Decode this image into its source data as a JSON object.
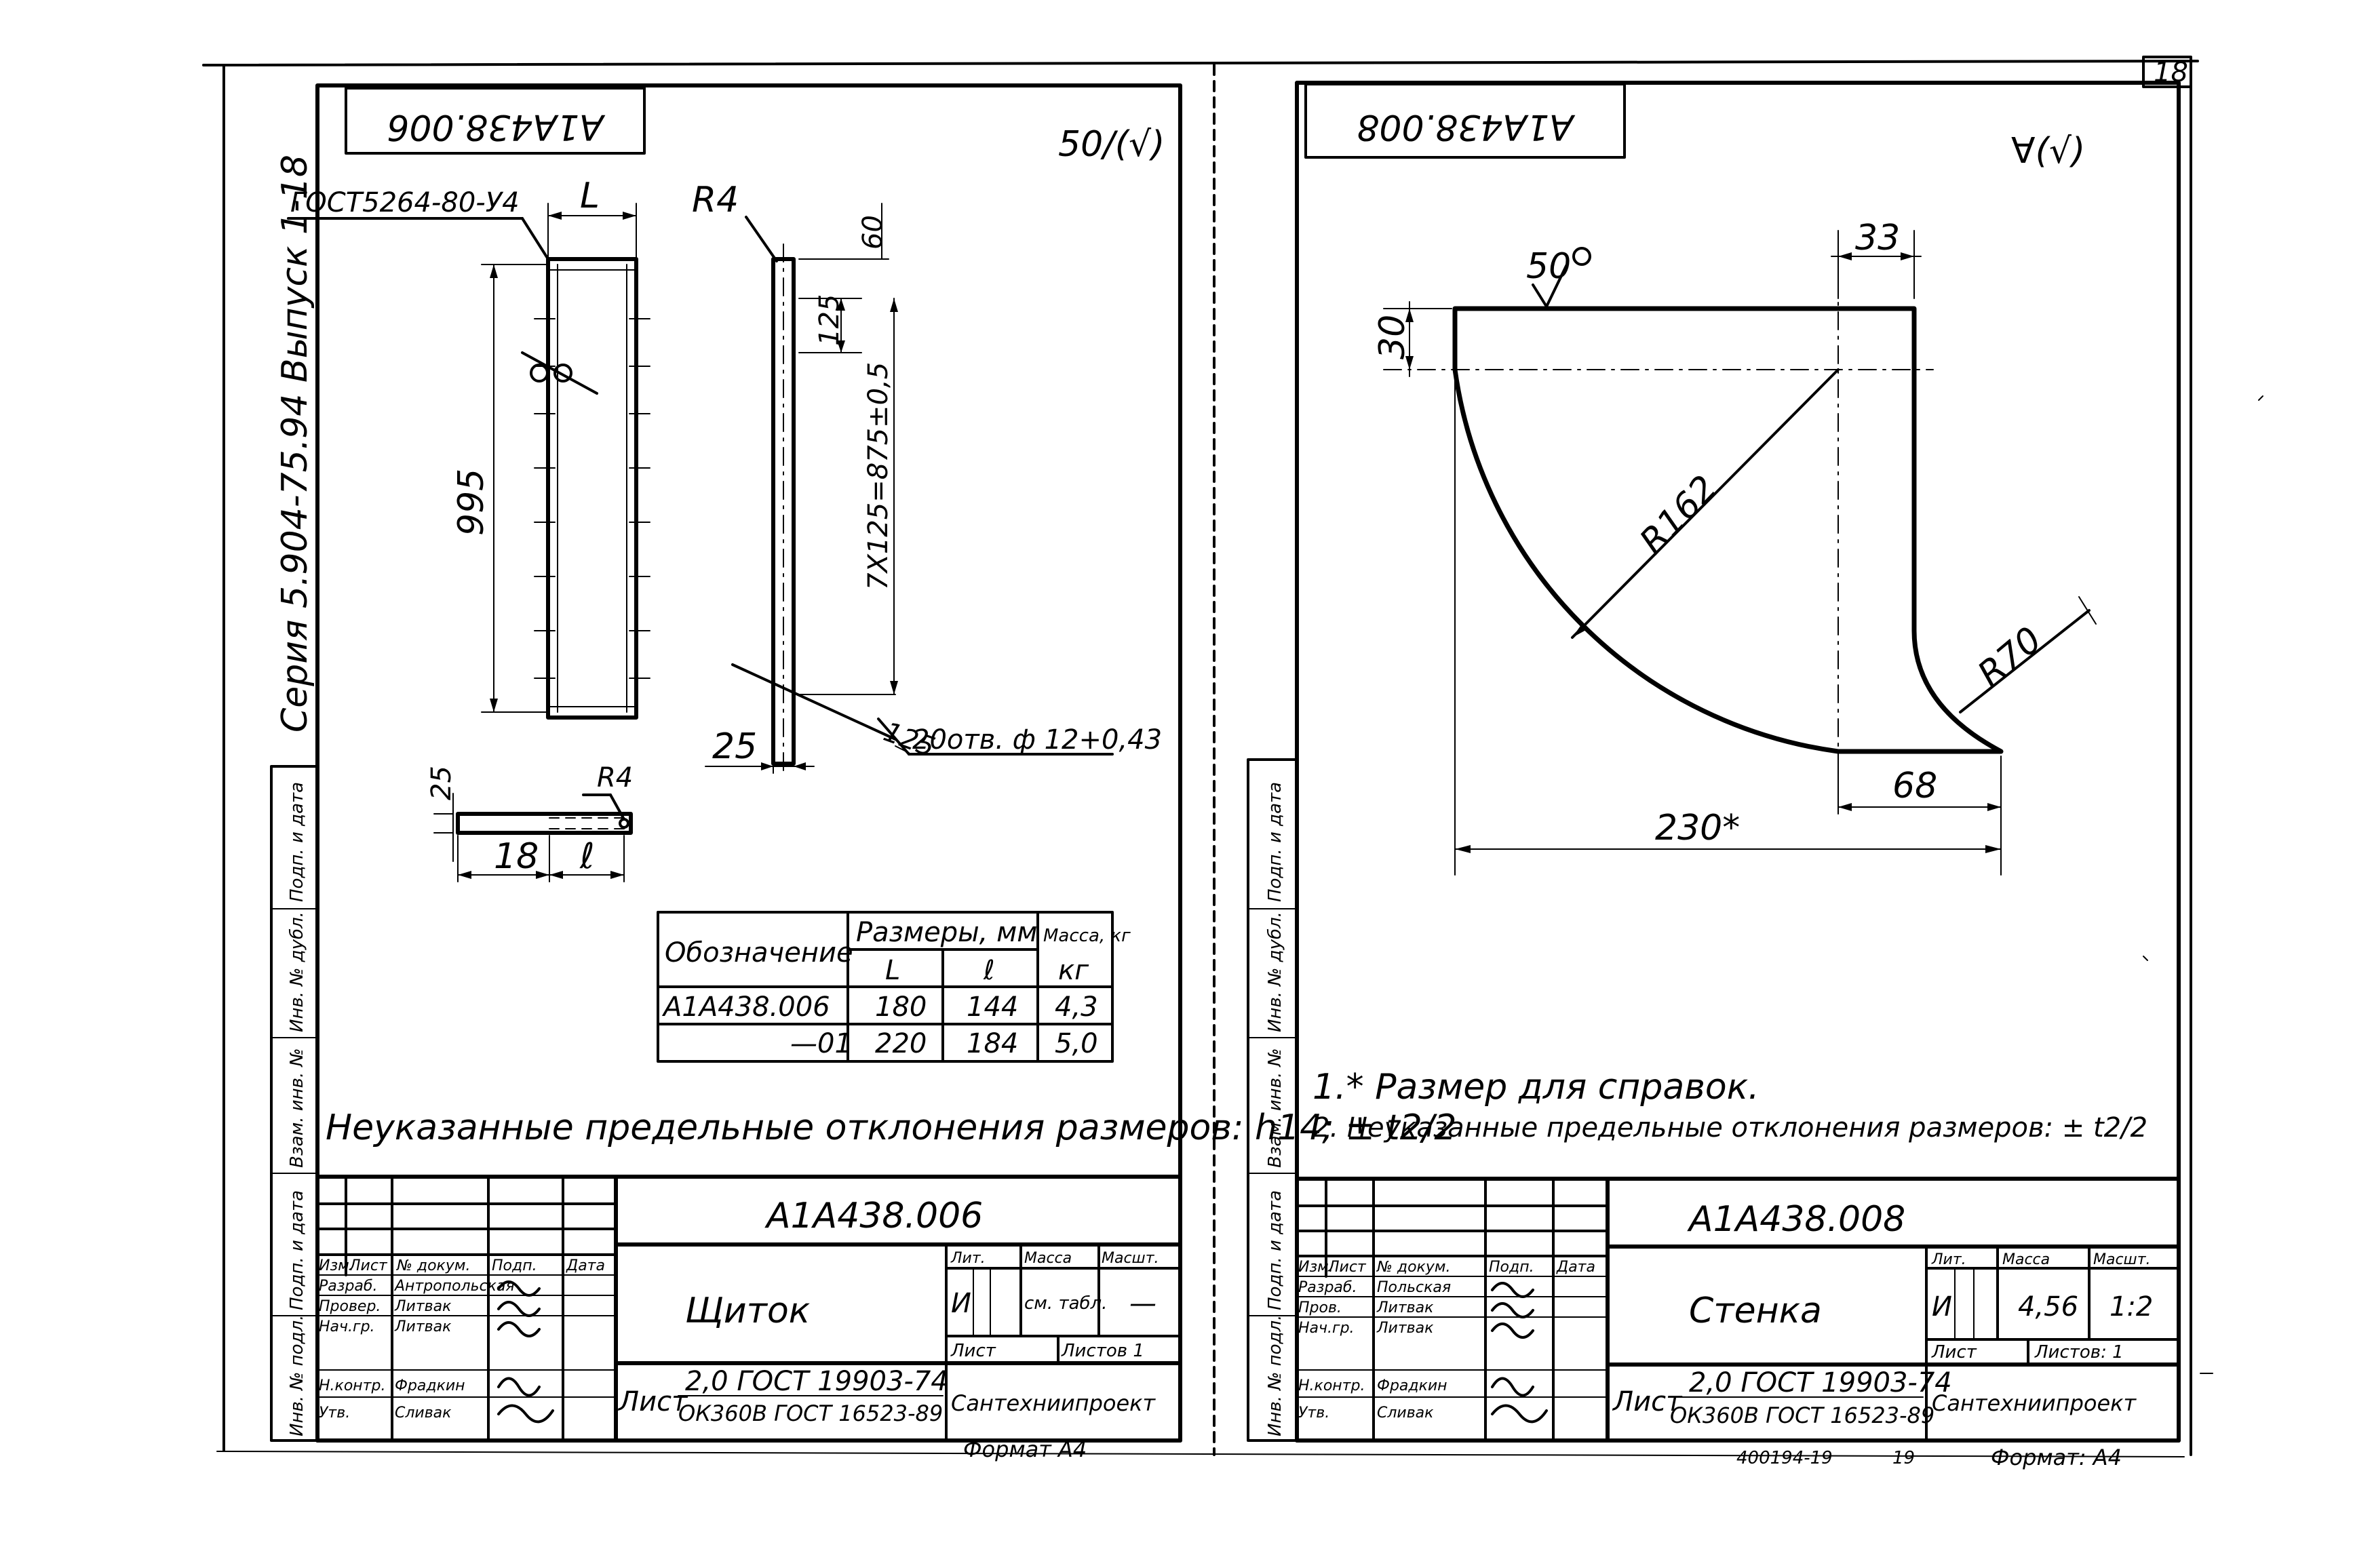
{
  "page_number": "18",
  "left": {
    "code_box": "A1A438.006",
    "roughness": "50/(√)",
    "series_text": "Серия  5.904-75.94  Выпуск  1-18",
    "weld_symbol": "ГОСТ5264-80-У4",
    "dims": {
      "L": "L",
      "R4_top": "R4",
      "d60": "60",
      "d125": "125",
      "d995": "995",
      "d7x125": "7X125=875±0,5",
      "d125_bottom": "125",
      "holes": "20отв. ф 12+0,43",
      "d25": "25",
      "d25_small": "25",
      "R4_small": "R4",
      "d18": "18",
      "l": "ℓ"
    },
    "table": {
      "headers": [
        "Обозначение",
        "Размеры, мм",
        "Масса, кг"
      ],
      "subheaders": [
        "L",
        "ℓ",
        "кг"
      ],
      "rows": [
        [
          "А1А438.006",
          "180",
          "144",
          "4,3"
        ],
        [
          "—01",
          "220",
          "184",
          "5,0"
        ]
      ]
    },
    "note": "Неуказанные предельные отклонения размеров: h14; ± t2/2",
    "side_labels": [
      "Подп. и дата",
      "Инв. № дубл.",
      "Взам. инв. №",
      "Подп. и дата",
      "Инв. № подл."
    ],
    "title_block": {
      "designation": "А1А438.006",
      "name": "Щиток",
      "header_cols": [
        "Изм.",
        "Лист",
        "№ докум.",
        "Подп.",
        "Дата"
      ],
      "roles": [
        [
          "Разраб.",
          "Антропольская"
        ],
        [
          "Провер.",
          "Литвак"
        ],
        [
          "Нач.гр.",
          "Литвак"
        ],
        [
          "Н.контр.",
          "Фрадкин"
        ],
        [
          "Утв.",
          "Сливак"
        ]
      ],
      "lit_label": "Лит.",
      "lit_value": "И",
      "mass_label": "Масса",
      "mass_value": "см. табл.",
      "scale_label": "Масшт.",
      "scale_value": "—",
      "sheet_label": "Лист",
      "sheets_label": "Листов 1",
      "material_prefix": "Лист",
      "material_1": "2,0 ГОСТ 19903-74",
      "material_2": "ОК360В ГОСТ 16523-89",
      "org": "Сантехниипроект",
      "format": "Формат А4"
    }
  },
  "right": {
    "code_box": "A1A438.008",
    "roughness": "∀(√)",
    "dims": {
      "d33": "33",
      "d30": "30",
      "d50": "50",
      "R162": "R162",
      "R70": "R70",
      "d68": "68",
      "d230": "230*"
    },
    "notes": [
      "1.* Размер для справок.",
      "2. Неуказанные предельные отклонения размеров: ± t2/2"
    ],
    "side_labels": [
      "Подп. и дата",
      "Инв. № дубл.",
      "Взам. инв. №",
      "Подп. и дата",
      "Инв. № подл."
    ],
    "title_block": {
      "designation": "А1А438.008",
      "name": "Стенка",
      "header_cols": [
        "Изм.",
        "Лист",
        "№ докум.",
        "Подп.",
        "Дата"
      ],
      "roles": [
        [
          "Разраб.",
          "Польская"
        ],
        [
          "Пров.",
          "Литвак"
        ],
        [
          "Нач.гр.",
          "Литвак"
        ],
        [
          "Н.контр.",
          "Фрадкин"
        ],
        [
          "Утв.",
          "Сливак"
        ]
      ],
      "lit_label": "Лит.",
      "lit_value": "И",
      "mass_label": "Масса",
      "mass_value": "4,56",
      "scale_label": "Масшт.",
      "scale_value": "1:2",
      "sheet_label": "Лист",
      "sheets_label": "Листов: 1",
      "material_prefix": "Лист",
      "material_1": "2,0 ГОСТ 19903-74",
      "material_2": "ОК360В ГОСТ 16523-89",
      "org": "Сантехниипроект",
      "footer_code": "400194-19",
      "footer_num": "19",
      "format": "Формат: А4"
    }
  }
}
